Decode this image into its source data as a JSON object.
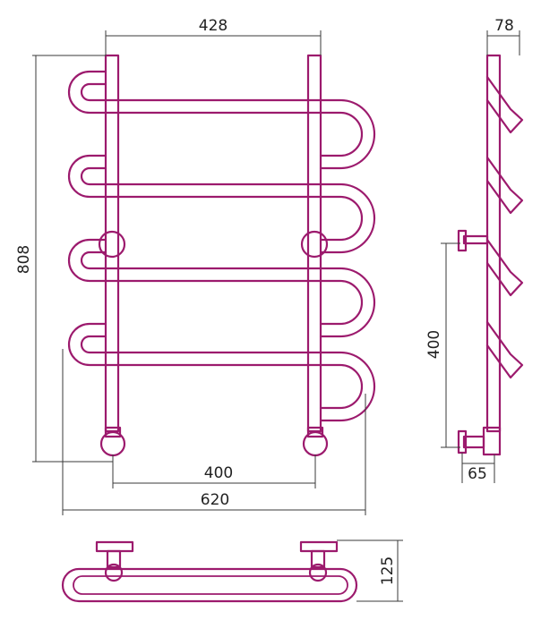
{
  "colors": {
    "rail": "#9c1a6d",
    "dimension_line": "#3a3a3a",
    "text": "#222222",
    "background": "#ffffff"
  },
  "dimensions": {
    "top_width": "428",
    "overall_height": "808",
    "side_depth": "78",
    "connection_spacing": "400",
    "overall_width": "620",
    "side_connection_height": "400",
    "wall_offset": "65",
    "bottom_depth": "125"
  }
}
